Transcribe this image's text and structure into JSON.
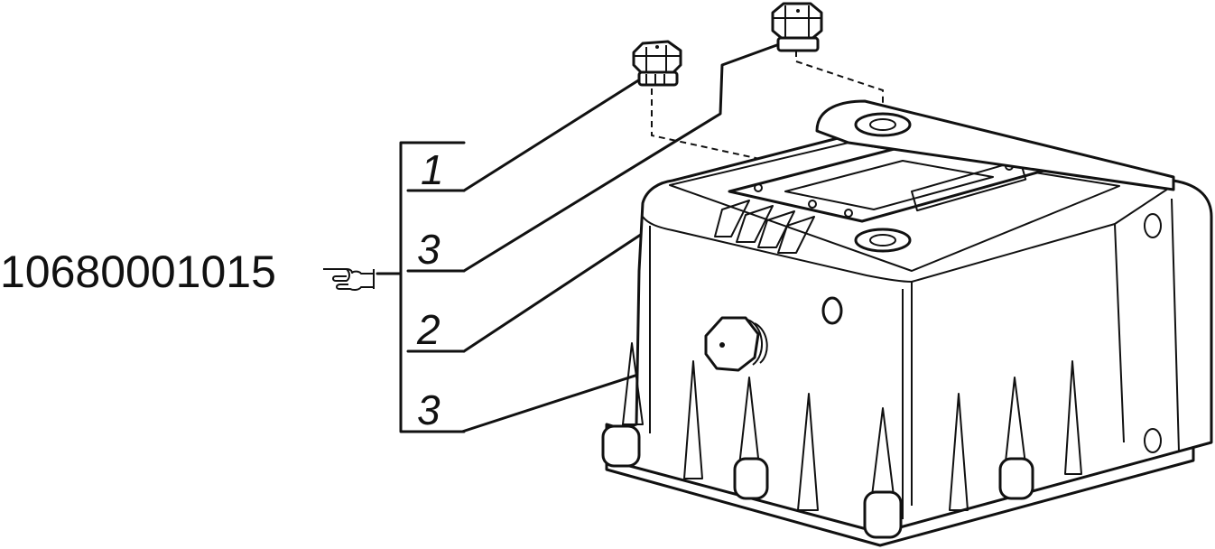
{
  "assembly_number": "10680001015",
  "pointer_icon": "pointing-hand-icon",
  "callouts": [
    {
      "label": "1"
    },
    {
      "label": "3"
    },
    {
      "label": "2"
    },
    {
      "label": "3"
    }
  ]
}
